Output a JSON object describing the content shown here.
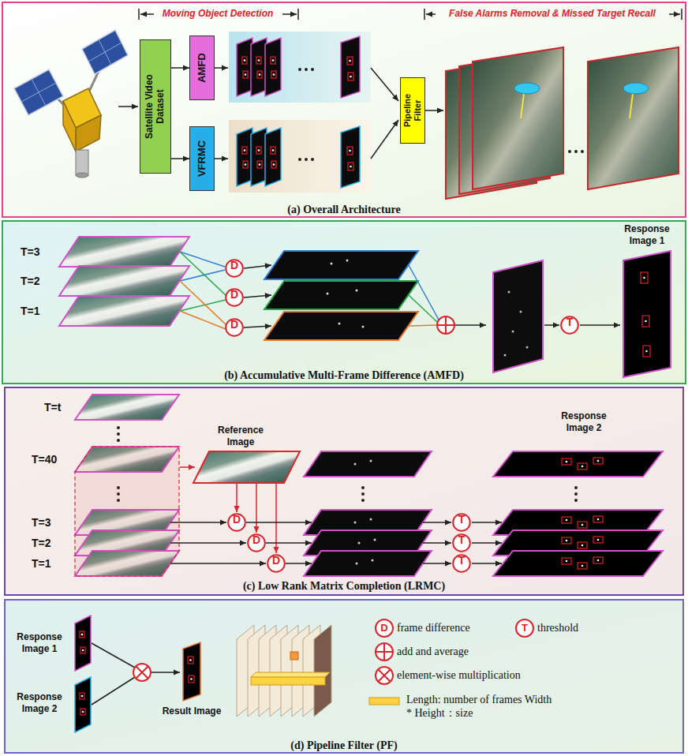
{
  "diagram": {
    "nodes": [
      {
        "text": [
          "(a) Overall Architecture"
        ]
      },
      {
        "text": [
          "Satellite Video Dataset"
        ],
        "in": 0
      },
      {
        "text": [
          "AMFD"
        ],
        "in": 0
      },
      {
        "text": [
          "VFRMC"
        ],
        "in": 0
      },
      {
        "text": [
          "Pipeline Filter"
        ],
        "in": 0
      },
      {
        "text": [
          "(b) Accumulative Multi-Frame Difference (AMFD)"
        ]
      },
      {
        "text": [
          "D"
        ],
        "in": 5
      },
      {
        "text": [
          "D"
        ],
        "in": 5
      },
      {
        "text": [
          "D"
        ],
        "in": 5
      },
      {
        "text": [
          "T"
        ],
        "in": 5
      },
      {
        "text": [
          "(c) Low Rank Matrix Completion (LRMC)"
        ]
      },
      {
        "text": [
          "D"
        ],
        "in": 10
      },
      {
        "text": [
          "D"
        ],
        "in": 10
      },
      {
        "text": [
          "D"
        ],
        "in": 10
      },
      {
        "text": [
          "T"
        ],
        "in": 10
      },
      {
        "text": [
          "T"
        ],
        "in": 10
      },
      {
        "text": [
          "T"
        ],
        "in": 10
      },
      {
        "text": [
          "(d) Pipeline Filter (PF)"
        ]
      }
    ],
    "edges": [
      {
        "from": 1,
        "to": 2,
        "arrow": "to"
      },
      {
        "from": 1,
        "to": 3,
        "arrow": "to"
      }
    ],
    "labels": [
      "Moving Object Detection",
      "False Alarms Removal & Missed Target Recall",
      "T=3",
      "T=2",
      "T=1",
      "Response Image 1",
      "T=t",
      "T=40",
      "T=3",
      "T=2",
      "T=1",
      "Reference Image",
      "Response Image 2",
      "Response Image 1",
      "Response Image 2",
      "Result Image",
      "D",
      "T"
    ],
    "legend": [
      {
        "text": "frame difference"
      },
      {
        "text": "threshold"
      },
      {
        "text": "add and average"
      },
      {
        "text": "element-wise multiplication"
      },
      {
        "text": "Length: number of frames Width * Height：size"
      }
    ]
  }
}
